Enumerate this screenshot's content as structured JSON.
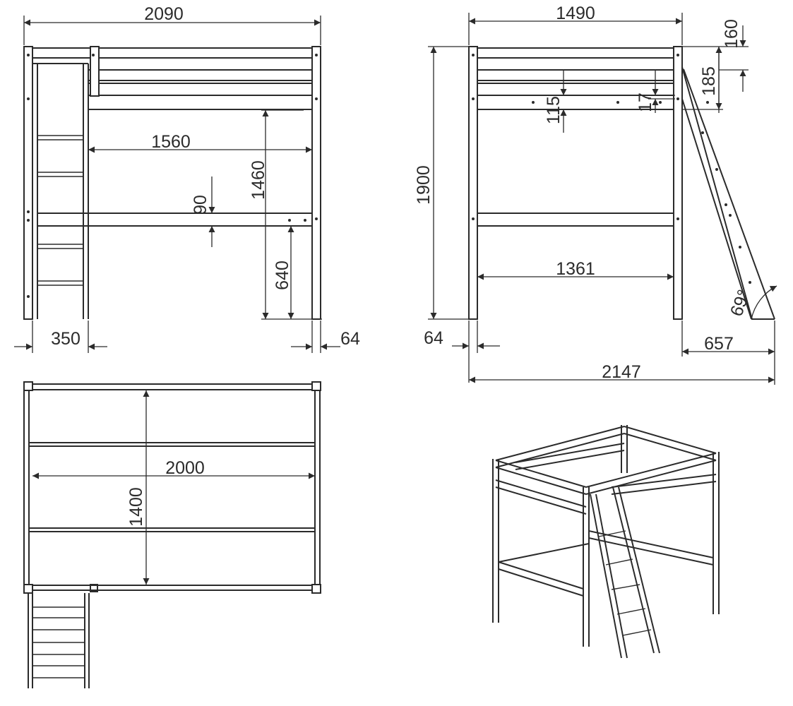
{
  "front_view": {
    "width": "2090",
    "bed_length": "1560",
    "height_top": "1460",
    "rail_height": "90",
    "clearance": "640",
    "ladder_width": "350",
    "post_thickness": "64"
  },
  "side_view": {
    "width": "1490",
    "top_gap": "160",
    "rail_span": "185",
    "slat_gap": "115",
    "slat_thickness": "17",
    "overall_height": "1900",
    "inner_width": "1361",
    "post_thickness": "64",
    "ladder_angle": "69°",
    "ladder_offset": "657",
    "overall_length": "2147"
  },
  "top_view": {
    "length": "2000",
    "width": "1400"
  }
}
